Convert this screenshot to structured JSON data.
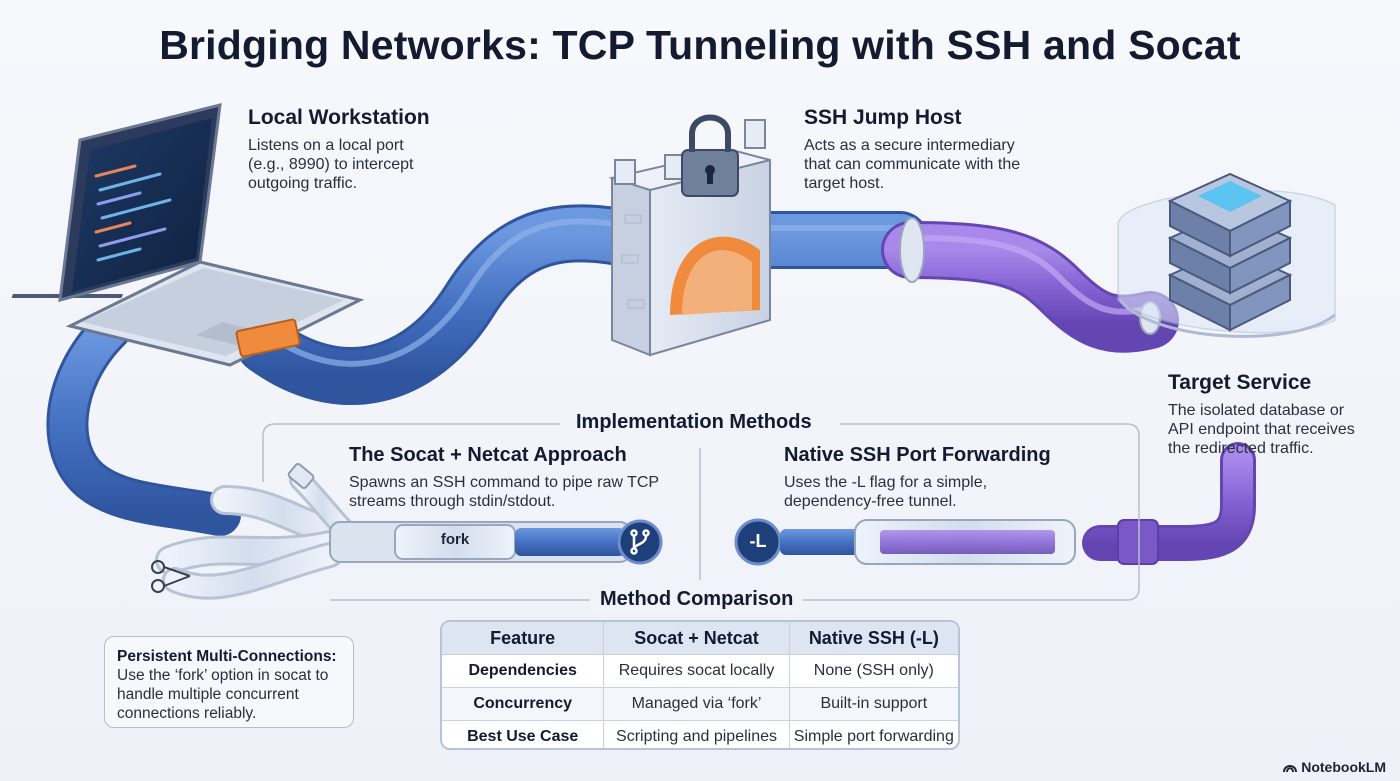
{
  "title": "Bridging Networks: TCP Tunneling with SSH and Socat",
  "nodes": {
    "local": {
      "heading": "Local Workstation",
      "desc": [
        "Listens on a local port",
        "(e.g., 8990) to intercept",
        "outgoing traffic."
      ]
    },
    "jump": {
      "heading": "SSH Jump Host",
      "desc": [
        "Acts as a secure intermediary",
        "that can communicate with the",
        "target host."
      ]
    },
    "target": {
      "heading": "Target Service",
      "desc": [
        "The isolated database or",
        "API endpoint that receives",
        "the redirected traffic."
      ]
    }
  },
  "implementation": {
    "heading": "Implementation Methods",
    "socat": {
      "heading": "The Socat + Netcat Approach",
      "desc": [
        "Spawns an SSH command to pipe raw TCP",
        "streams through stdin/stdout."
      ],
      "fork_label": "fork"
    },
    "native": {
      "heading": "Native SSH Port Forwarding",
      "desc": [
        "Uses the -L flag for a simple,",
        "dependency-free tunnel."
      ],
      "flag_label": "-L"
    }
  },
  "note": {
    "bold": "Persistent Multi-Connections:",
    "lines": [
      "Use the ‘fork’ option in socat to",
      "handle multiple concurrent",
      "connections reliably."
    ]
  },
  "comparison": {
    "heading": "Method Comparison",
    "columns": [
      "Feature",
      "Socat + Netcat",
      "Native SSH (-L)"
    ],
    "rows": [
      [
        "Dependencies",
        "Requires socat locally",
        "None (SSH only)"
      ],
      [
        "Concurrency",
        "Managed via ‘fork’",
        "Built-in support"
      ],
      [
        "Best Use Case",
        "Scripting and pipelines",
        "Simple port forwarding"
      ]
    ]
  },
  "brand": "NotebookLM",
  "colors": {
    "pipe_blue": "#4a78c9",
    "pipe_purple": "#8b67d6",
    "port_orange": "#f08a3c",
    "text_dark": "#141a30"
  }
}
